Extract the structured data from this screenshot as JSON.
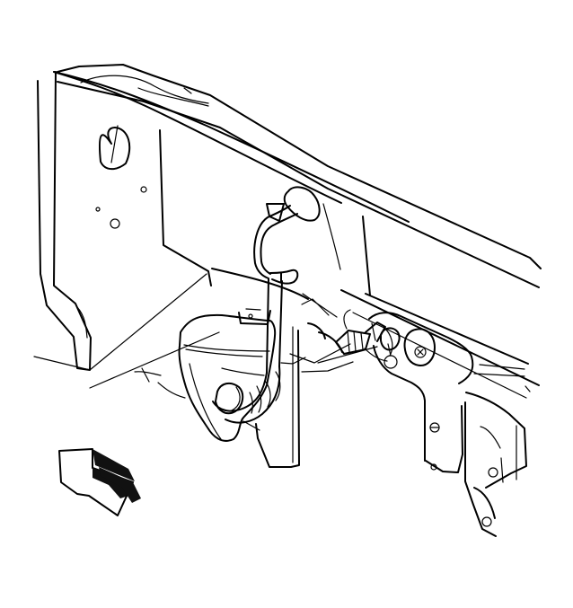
{
  "diagram": {
    "type": "technical-line-illustration",
    "subject_parts": [
      "vehicle-frame",
      "fender-panel",
      "fluid-reservoir",
      "hose-assembly",
      "hose-clamps",
      "electrical-connector",
      "mounting-bracket"
    ],
    "indicator": {
      "kind": "direction-arrow",
      "direction": "down-right"
    },
    "colors": {
      "line": "#000000",
      "background": "#ffffff",
      "arrow_shadow": "#111111"
    }
  }
}
